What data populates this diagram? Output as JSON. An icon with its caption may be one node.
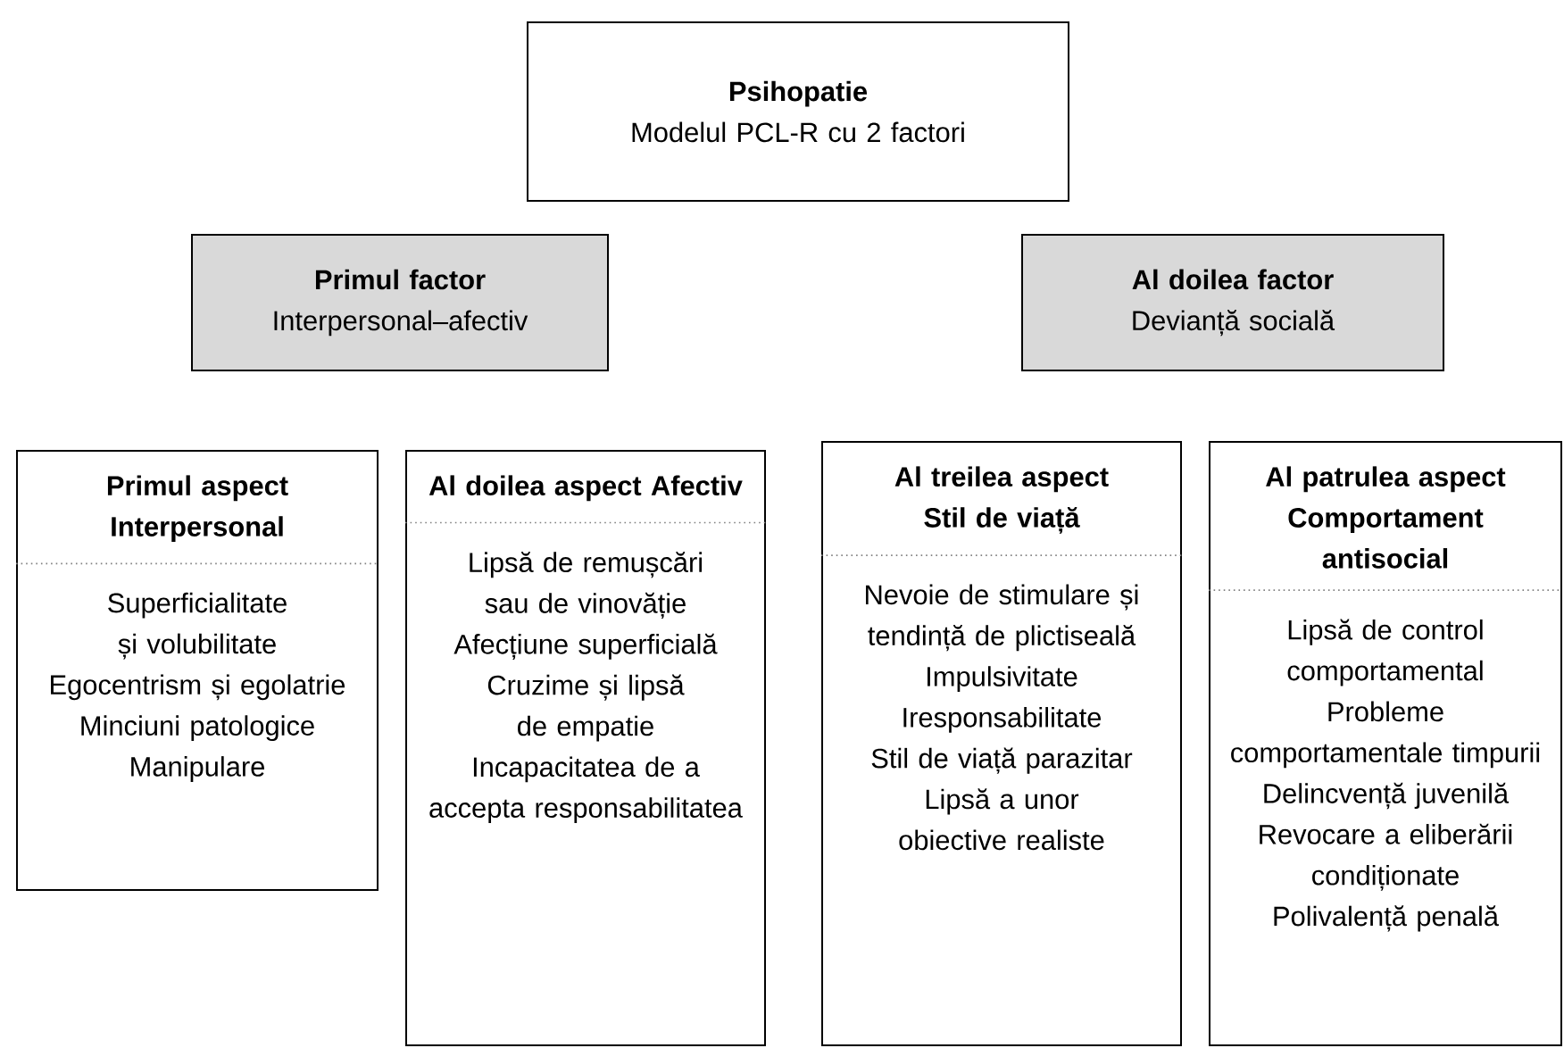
{
  "diagram": {
    "nodes": [
      {
        "text": [
          "Psihopatie",
          "Modelul PCL-R cu 2 factori"
        ]
      },
      {
        "text": [
          "Primul factor",
          "Interpersonal–afectiv"
        ]
      },
      {
        "text": [
          "Al doilea factor",
          "Devianță socială"
        ]
      },
      {
        "text": [
          "Primul aspect Interpersonal",
          "Superficialitate și volubilitate",
          "Egocentrism și egolatrie",
          "Minciuni patologice",
          "Manipulare"
        ]
      },
      {
        "text": [
          "Al doilea aspect Afectiv",
          "Lipsă de remușcări sau de vinovăție",
          "Afecțiune superficială",
          "Cruzime și lipsă de empatie",
          "Incapacitatea de a accepta responsabilitatea"
        ]
      },
      {
        "text": [
          "Al treilea aspect Stil de viață",
          "Nevoie de stimulare și tendință de plictiseală",
          "Impulsivitate",
          "Iresponsabilitate",
          "Stil de viață parazitar",
          "Lipsă a unor obiective realiste"
        ]
      },
      {
        "text": [
          "Al patrulea aspect Comportament antisocial",
          "Lipsă de control comportamental",
          "Probleme comportamentale timpurii",
          "Delincvență juvenilă",
          "Revocare a eliberării condiționate",
          "Polivalență penală"
        ]
      }
    ],
    "edges": []
  }
}
